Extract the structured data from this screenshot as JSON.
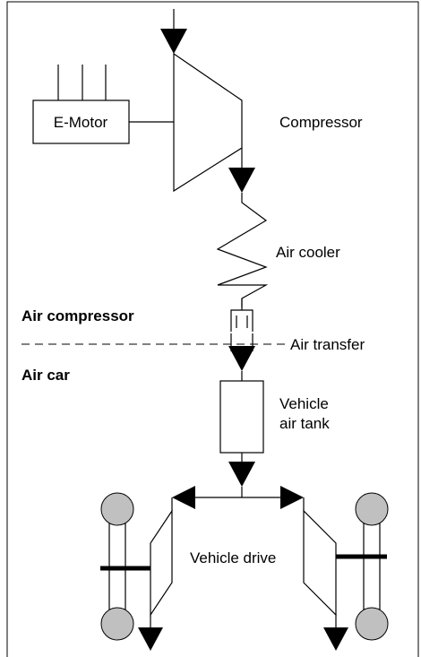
{
  "labels": {
    "emotor": "E-Motor",
    "compressor": "Compressor",
    "air_cooler": "Air cooler",
    "air_compressor": "Air compressor",
    "air_transfer": "Air transfer",
    "air_car": "Air car",
    "vehicle_tank_line1": "Vehicle",
    "vehicle_tank_line2": "air tank",
    "vehicle_drive": "Vehicle drive"
  },
  "colors": {
    "stroke": "#000000",
    "wheel_fill": "#c0c0c0",
    "background": "#ffffff"
  }
}
